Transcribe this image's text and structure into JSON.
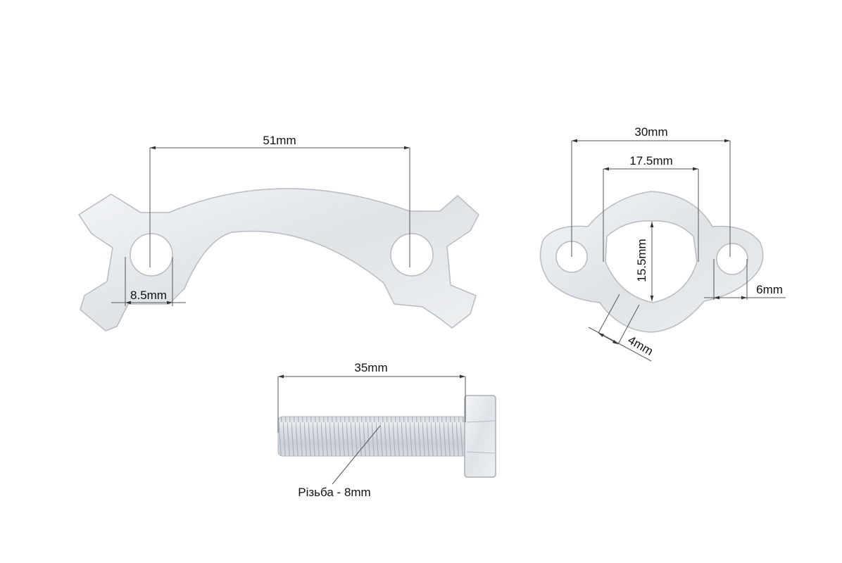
{
  "parts": {
    "tab_washer": {
      "hole_spacing": "51mm",
      "hole_diameter": "8.5mm"
    },
    "lock_washer": {
      "outer_hole_spacing": "30mm",
      "inner_width": "17.5mm",
      "inner_height": "15.5mm",
      "mount_hole": "6mm",
      "ring_width": "4mm"
    },
    "bolt": {
      "length": "35mm",
      "thread_label": "Різьба - 8mm"
    }
  },
  "colors": {
    "background": "#ffffff",
    "metal": "#e4e7ea",
    "dimension_line": "#555555"
  }
}
